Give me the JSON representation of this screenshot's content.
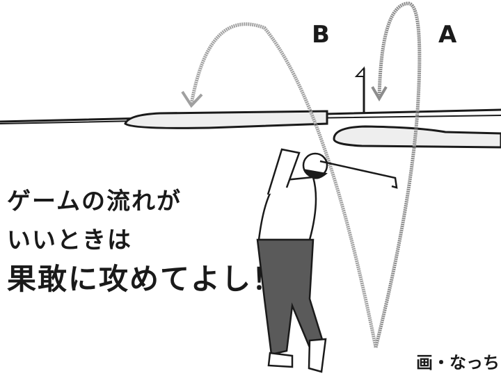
{
  "illustration": {
    "subject": "golfer finishing swing with two ball trajectories toward green",
    "labels": {
      "a": "A",
      "b": "B"
    },
    "caption": {
      "line1": "ゲームの流れが",
      "line2": "いいときは",
      "line3": "果敢に攻めてよし！"
    },
    "credit": "画・なっち",
    "colors": {
      "ink": "#1a1a1a",
      "trajectory": "#8c8c8c",
      "bunker": "#eeeeee",
      "pants": "#5a5a5a"
    }
  }
}
